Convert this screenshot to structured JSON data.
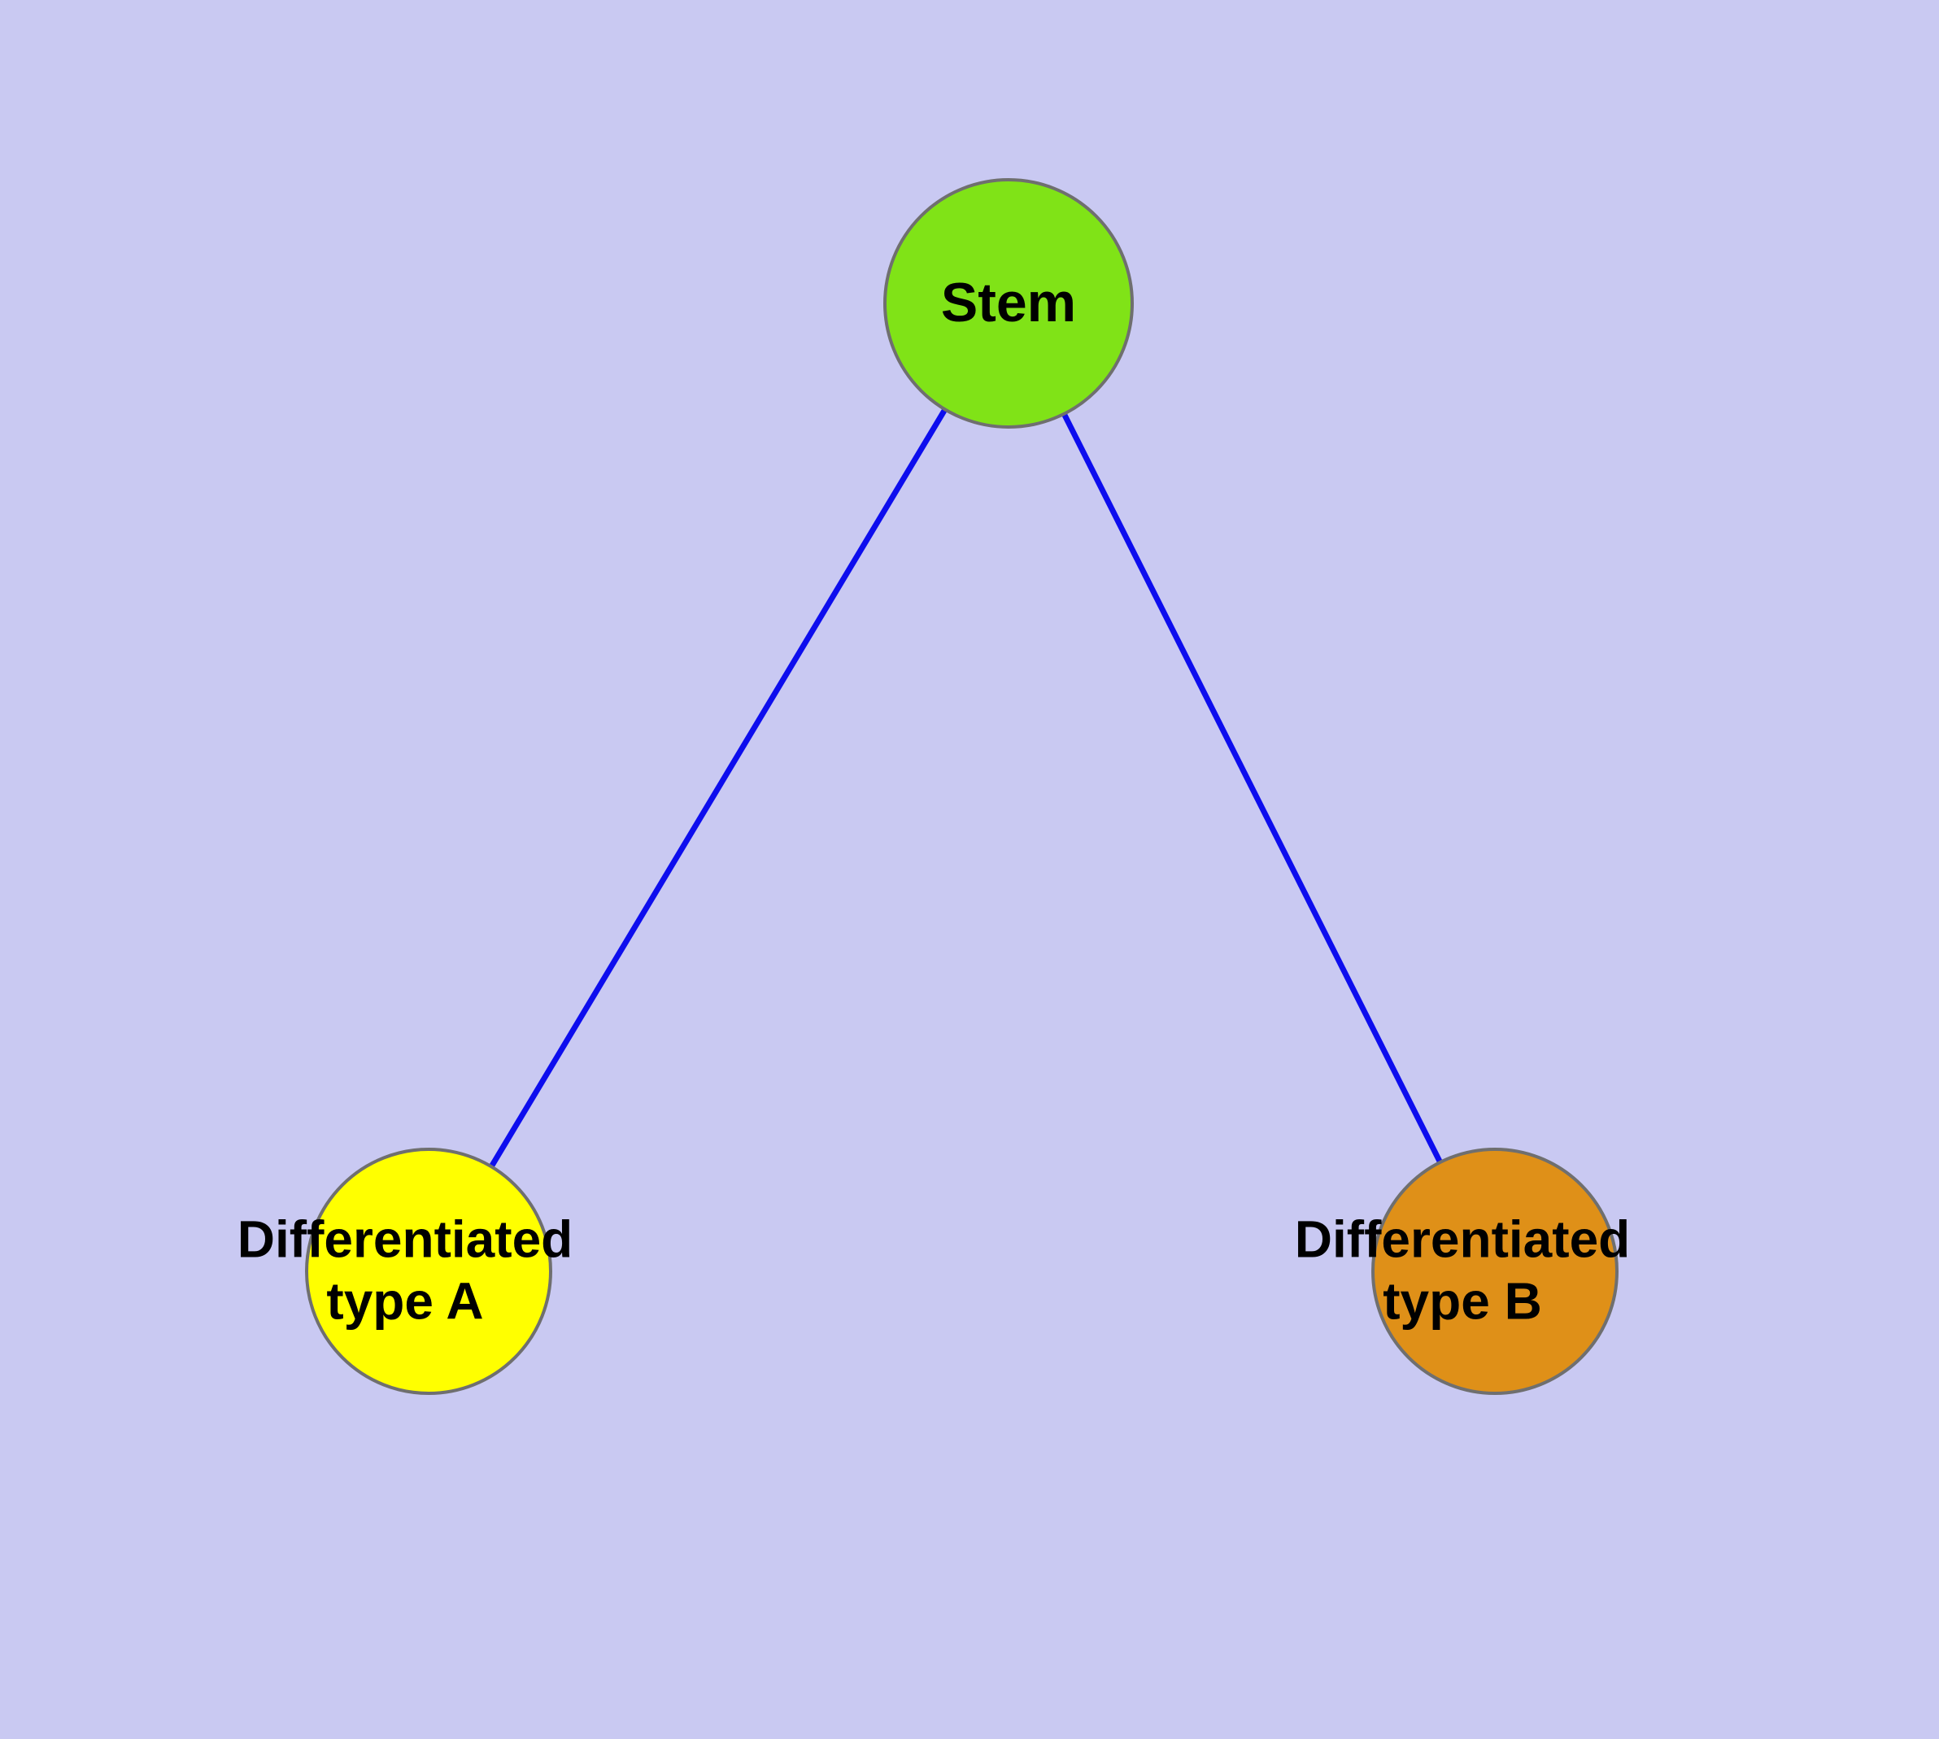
{
  "background_color": "#c9c9f2",
  "diagram": {
    "type": "node-link-tree",
    "description_nodes": {
      "stem": {
        "label": "Stem",
        "color": "#80e317",
        "border_color": "#6f6f6f"
      },
      "typeA": {
        "label": "Differentiated\ntype A",
        "color": "#ffff00",
        "border_color": "#6f6f6f"
      },
      "typeB": {
        "label": "Differentiated\ntype B",
        "color": "#df9018",
        "border_color": "#6f6f6f"
      }
    },
    "edges": {
      "color": "#0d0dee",
      "items": [
        {
          "from": "stem",
          "to": "typeA"
        },
        {
          "from": "stem",
          "to": "typeB"
        }
      ]
    }
  }
}
